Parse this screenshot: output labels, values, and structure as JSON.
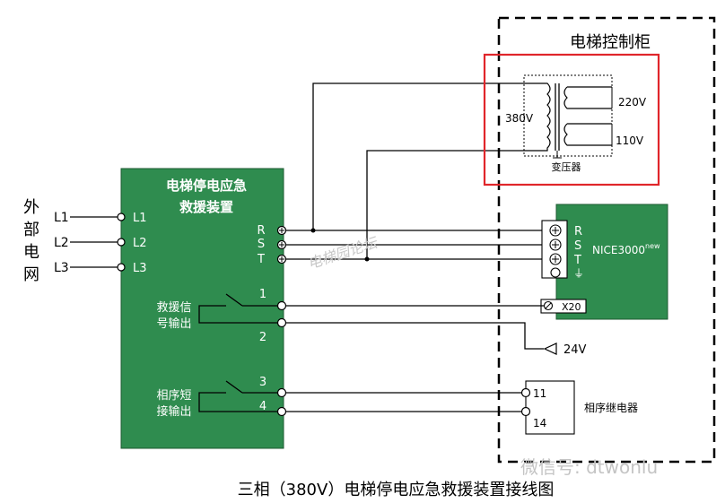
{
  "cabinet": {
    "title": "电梯控制柜"
  },
  "external_grid": {
    "label": "外部电网",
    "chars": [
      "外",
      "部",
      "电",
      "网"
    ]
  },
  "rescue_device": {
    "title_line1": "电梯停电应急",
    "title_line2": "救援装置",
    "inputs": [
      "L1",
      "L2",
      "L3"
    ],
    "external_lines": [
      "L1",
      "L2",
      "L3"
    ],
    "outputs": [
      "R",
      "S",
      "T"
    ],
    "rescue_signal_line1": "救援信",
    "rescue_signal_line2": "号输出",
    "rescue_terminals": [
      "1",
      "2"
    ],
    "phase_short_line1": "相序短",
    "phase_short_line2": "接输出",
    "phase_terminals": [
      "3",
      "4"
    ]
  },
  "transformer": {
    "primary": "380V",
    "out1": "220V",
    "out2": "110V",
    "label": "变压器"
  },
  "controller": {
    "model": "NICE3000",
    "superscript": "new",
    "terminals": [
      "R",
      "S",
      "T"
    ],
    "ground_symbol": "⏚",
    "x20": "X20"
  },
  "supply_24v": "24V",
  "relay": {
    "terminals": [
      "11",
      "14"
    ],
    "label": "相序继电器"
  },
  "watermarks": {
    "forum": "电梯园论坛",
    "wechat": "微信号: dtwonlu"
  },
  "caption": "三相（380V）电梯停电应急救援装置接线图",
  "colors": {
    "device_green": "#2f8c4f",
    "highlight_red": "#e0262b",
    "line": "#000000"
  }
}
